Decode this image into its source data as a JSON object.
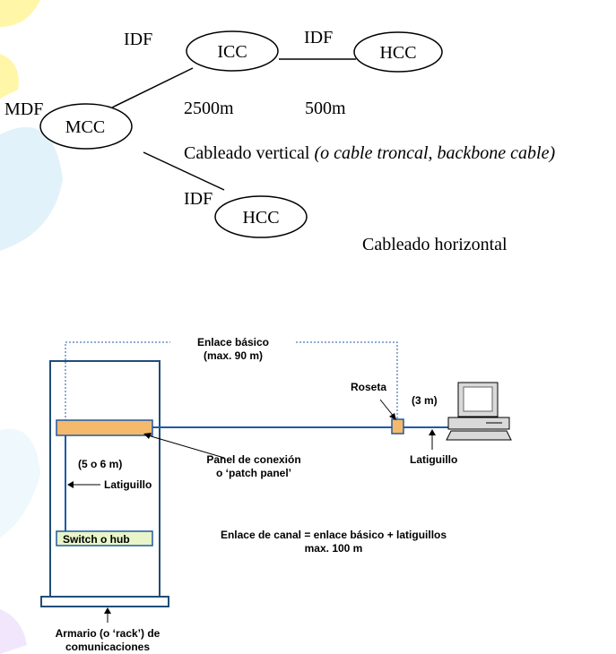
{
  "colors": {
    "line": "#000000",
    "rack_blue": "#1f4e79",
    "cable_blue": "#1f5aa6",
    "patch_panel_fill": "#f5b96b",
    "switch_fill": "#e8f5c8",
    "deco_yellow": "#fff6a8",
    "deco_blue": "#e2f2fb"
  },
  "top_diagram": {
    "idf_left": "IDF",
    "idf_mid": "IDF",
    "idf_bottom": "IDF",
    "mdf": "MDF",
    "icc": "ICC",
    "hcc_top": "HCC",
    "mcc": "MCC",
    "hcc_bottom": "HCC",
    "dist_1": "2500m",
    "dist_2": "500m",
    "vertical_label": "Cableado vertical",
    "vertical_note": "(o cable troncal, backbone cable)",
    "horizontal_label": "Cableado horizontal"
  },
  "bottom_diagram": {
    "enlace_basico_1": "Enlace básico",
    "enlace_basico_2": "(max. 90 m)",
    "roseta": "Roseta",
    "three_m": "(3 m)",
    "five_six_m": "(5 o 6 m)",
    "latiguillo_left": "Latiguillo",
    "latiguillo_right": "Latiguillo",
    "panel_1": "Panel de conexión",
    "panel_2": "o ‘patch panel’",
    "switch_label": "Switch o hub",
    "canal_1": "Enlace de canal = enlace básico + latiguillos",
    "canal_2": "max. 100 m",
    "armario_1": "Armario (o ‘rack’) de",
    "armario_2": "comunicaciones"
  }
}
